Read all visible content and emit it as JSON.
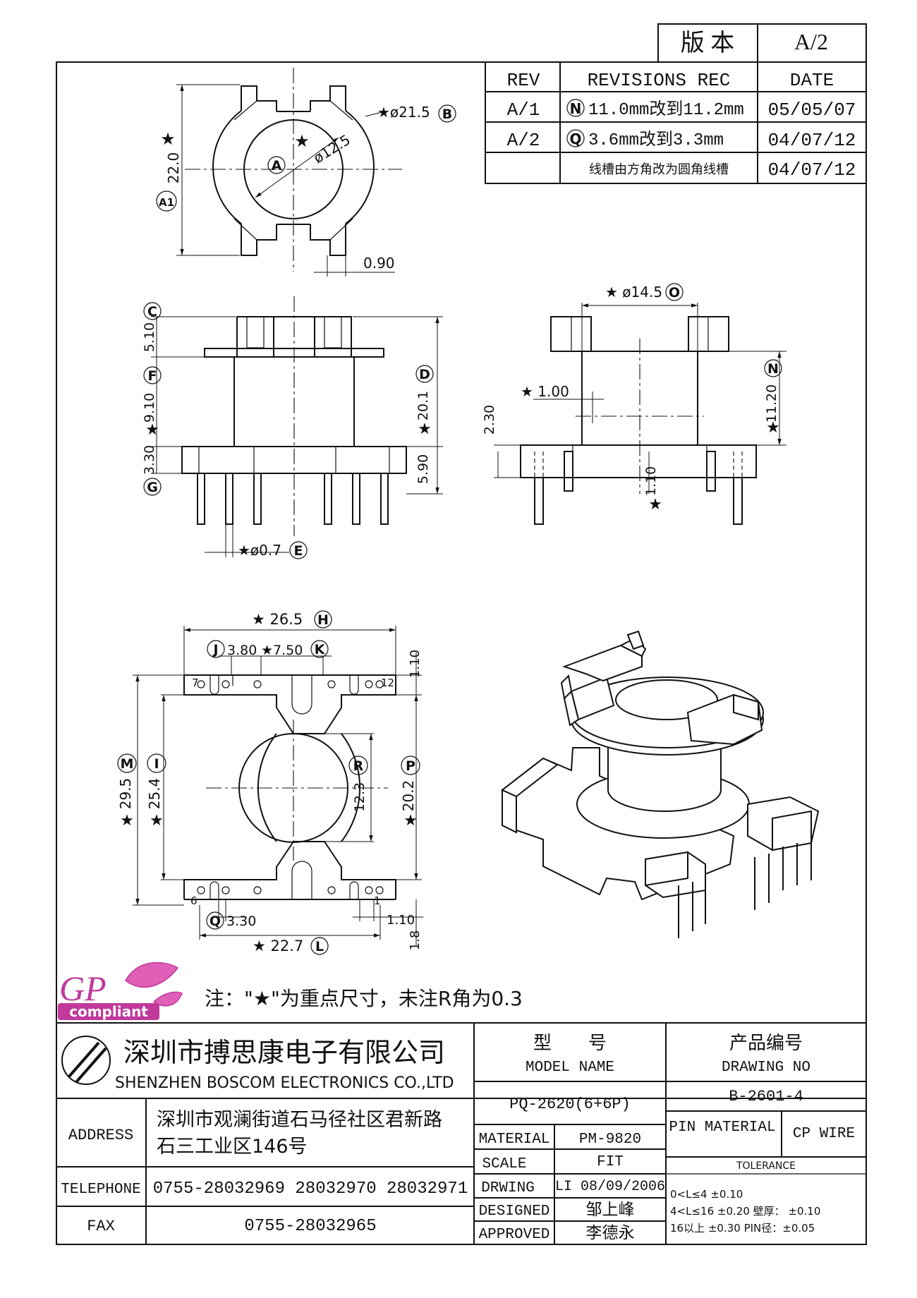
{
  "version_box": {
    "label": "版 本",
    "value": "A/2"
  },
  "revision_table": {
    "headers": [
      "REV",
      "REVISIONS REC",
      "DATE"
    ],
    "rows": [
      {
        "rev": "A/1",
        "marker": "N",
        "text": "11.0mm改到11.2mm",
        "date": "05/05/07"
      },
      {
        "rev": "A/2",
        "marker": "Q",
        "text": "3.6mm改到3.3mm",
        "date": "04/07/12"
      },
      {
        "rev": "",
        "marker": "",
        "text": "线槽由方角改为圆角线槽",
        "date": "04/07/12"
      }
    ]
  },
  "dimensions": {
    "top_view": {
      "d21_5": "★ø21.5",
      "d21_5_tag": "B",
      "d12_5": "ø12.5",
      "d12_5_tag": "A",
      "h22_0": "22.0",
      "h22_0_tag": "A1",
      "w0_90": "0.90"
    },
    "front_view": {
      "c510": "5.10",
      "c510_tag": "C",
      "f910": "9.10",
      "f910_tag": "F",
      "g330": "3.30",
      "g330_tag": "G",
      "d201": "20.1",
      "d201_tag": "D",
      "h590": "5.90",
      "pin": "★ø0.7",
      "pin_tag": "E"
    },
    "side_view": {
      "d145": "★ ø14.5",
      "d145_tag": "O",
      "n1120": "11.20",
      "n1120_tag": "N",
      "w100": "★ 1.00",
      "h230": "2.30",
      "h110": "1.10"
    },
    "bottom_view": {
      "w265": "★ 26.5",
      "w265_tag": "H",
      "w380": "3.80",
      "w380_tag": "J",
      "w750": "★7.50",
      "w750_tag": "K",
      "h110": "1.10",
      "m295": "29.5",
      "m295_tag": "M",
      "i254": "25.4",
      "i254_tag": "I",
      "r123": "12.3",
      "r123_tag": "R",
      "p202": "20.2",
      "p202_tag": "P",
      "q330": "3.30",
      "q330_tag": "Q",
      "w110": "1.10",
      "h18": "1.8",
      "w227": "★ 22.7",
      "w227_tag": "L",
      "pin_left_top": "7",
      "pin_right_top": "12",
      "pin_left_bottom": "6",
      "pin_right_bottom": "1",
      "star": "★"
    }
  },
  "logo": {
    "gp": "GP",
    "compliant": "compliant"
  },
  "note": "注：\"★\"为重点尺寸，未注R角为0.3",
  "title_block": {
    "company_cn": "深圳市搏思康电子有限公司",
    "company_en": "SHENZHEN BOSCOM ELECTRONICS CO.,LTD",
    "model_label_cn": "型　　号",
    "model_label_en": "MODEL NAME",
    "drawing_label_cn": "产品编号",
    "drawing_label_en": "DRAWING NO",
    "model_value": "PQ-2620(6+6P)",
    "drawing_value": "B-2601-4",
    "address_label": "ADDRESS",
    "address_line1": "深圳市观澜街道石马径社区君新路",
    "address_line2": "石三工业区146号",
    "telephone_label": "TELEPHONE",
    "telephone_value": "0755-28032969 28032970 28032971",
    "fax_label": "FAX",
    "fax_value": "0755-28032965",
    "material_label": "MATERIAL",
    "material_value": "PM-9820",
    "scale_label": "SCALE",
    "scale_value": "FIT",
    "drwing_label": "DRWING",
    "drwing_value": "LI 08/09/2006",
    "designed_label": "DESIGNED",
    "designed_value": "邹上峰",
    "approved_label": "APPROVED",
    "approved_value": "李德永",
    "pin_material_label": "PIN MATERIAL",
    "pin_material_value": "CP WIRE",
    "tolerance_label": "TOLERANCE",
    "tolerance_lines": [
      "0<L≤4  ±0.10",
      "4<L≤16 ±0.20  壁厚： ±0.10",
      "16以上   ±0.30  PIN径：±0.05"
    ]
  }
}
